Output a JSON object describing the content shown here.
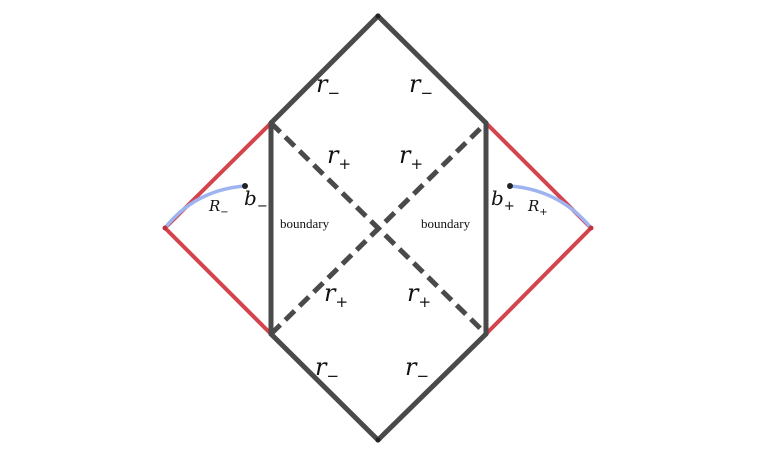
{
  "colors": {
    "frame": "#4a4a4a",
    "outer_edges": "#d4444c",
    "curves": "#9db4f0",
    "points": "#222222"
  },
  "labels": {
    "r_minus_top_left": {
      "base": "r",
      "sub": "−"
    },
    "r_minus_top_right": {
      "base": "r",
      "sub": "−"
    },
    "r_plus_upper_left": {
      "base": "r",
      "sub": "+"
    },
    "r_plus_upper_right": {
      "base": "r",
      "sub": "+"
    },
    "r_plus_lower_left": {
      "base": "r",
      "sub": "+"
    },
    "r_plus_lower_right": {
      "base": "r",
      "sub": "+"
    },
    "r_minus_bottom_left": {
      "base": "r",
      "sub": "−"
    },
    "r_minus_bottom_right": {
      "base": "r",
      "sub": "−"
    },
    "b_minus": {
      "base": "b",
      "sub": "−"
    },
    "b_plus": {
      "base": "b",
      "sub": "+"
    },
    "R_minus": {
      "base": "R",
      "sub": "−"
    },
    "R_plus": {
      "base": "R",
      "sub": "+"
    },
    "boundary_left": "boundary",
    "boundary_right": "boundary"
  }
}
